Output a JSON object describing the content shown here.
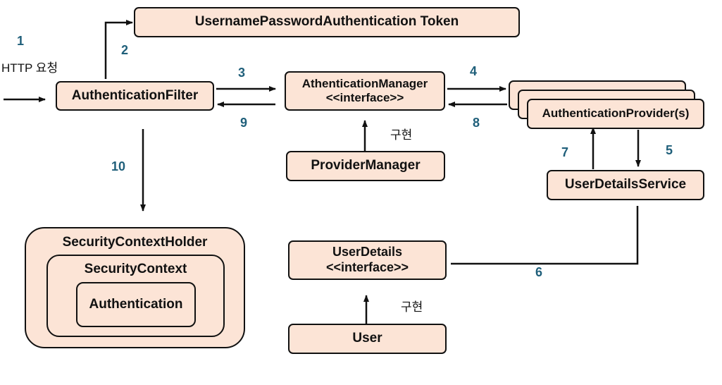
{
  "colors": {
    "box_fill": "#fce4d6",
    "box_border": "#111111",
    "step_number": "#1f5f7a"
  },
  "boxes": {
    "token": "UsernamePasswordAuthentication Token",
    "filter": "AuthenticationFilter",
    "manager_line1": "AthenticationManager",
    "manager_line2": "<<interface>>",
    "provider_manager": "ProviderManager",
    "providers": "AuthenticationProvider(s)",
    "user_details_service": "UserDetailsService",
    "security_context_holder": "SecurityContextHolder",
    "security_context": "SecurityContext",
    "authentication": "Authentication",
    "user_details_line1": "UserDetails",
    "user_details_line2": "<<interface>>",
    "user": "User"
  },
  "labels": {
    "http_request": "HTTP 요청",
    "implements_1": "구현",
    "implements_2": "구현"
  },
  "steps": [
    "1",
    "2",
    "3",
    "4",
    "5",
    "6",
    "7",
    "8",
    "9",
    "10"
  ]
}
